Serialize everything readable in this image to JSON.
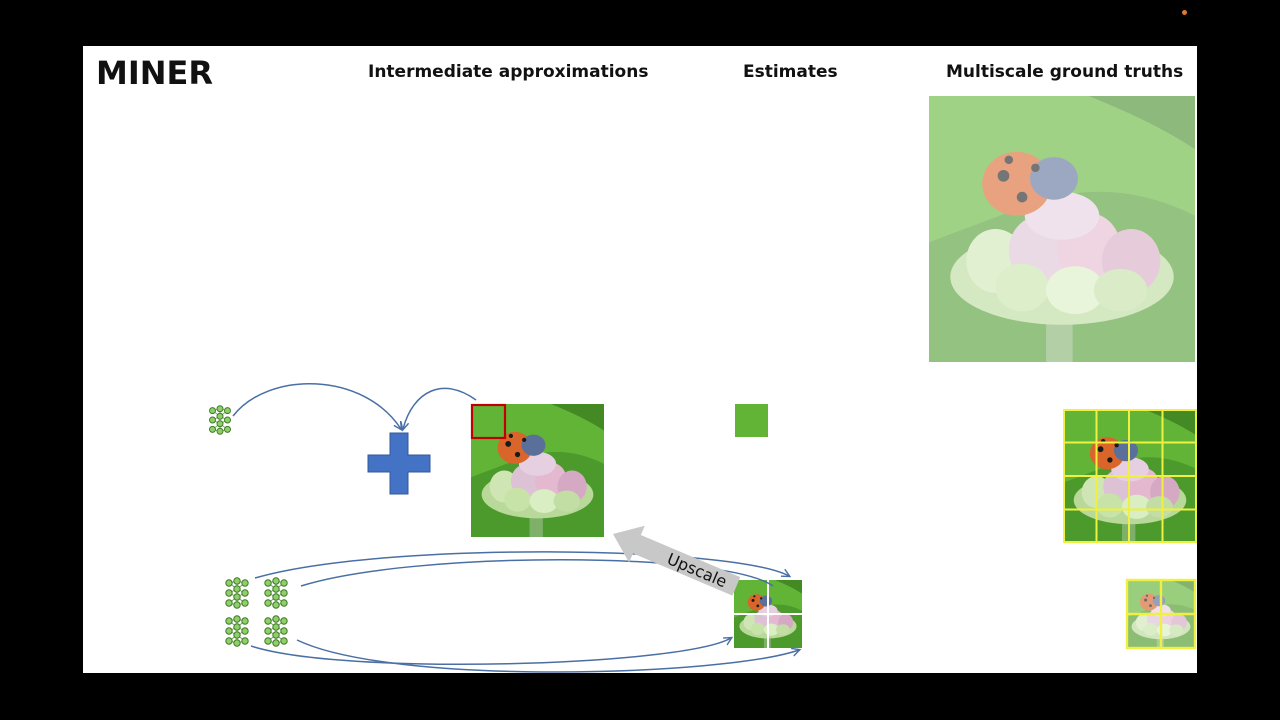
{
  "slide": {
    "title": "MINER",
    "headings": {
      "intermediate": "Intermediate approximations",
      "estimates": "Estimates",
      "ground_truths": "Multiscale ground truths"
    },
    "upscale_label": "Upscale"
  },
  "colors": {
    "background": "#000000",
    "slide": "#ffffff",
    "arrow": "#4a6fa5",
    "plus": "#4472c4",
    "network": "#6aa84f",
    "highlight_box": "#c00000",
    "grid_lines": "#f0f040",
    "upscale_arrow": "#c8c8c8"
  },
  "icons": [
    "recording-indicator-icon",
    "plus-icon",
    "neural-network-icon",
    "upscale-arrow-icon"
  ]
}
